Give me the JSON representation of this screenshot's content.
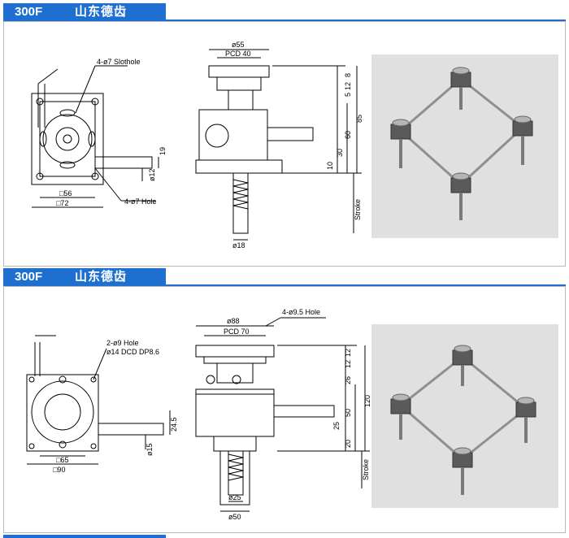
{
  "sections": [
    {
      "code": "300F",
      "brand": "山东德齿",
      "labels": {
        "slothole": "4-ø7 Slothole",
        "hole": "4-ø7 Hole",
        "sq56": "□56",
        "sq72": "□72",
        "dia12": "ø12",
        "dim19": "19",
        "dia55": "ø55",
        "pcd": "PCD 40",
        "d8": "8",
        "d12": "12",
        "d5": "5",
        "d60": "60",
        "d85": "85",
        "d30": "30",
        "d10": "10",
        "stroke": "Stroke",
        "dia18": "ø18"
      }
    },
    {
      "code": "300F",
      "brand": "山东德齿",
      "labels": {
        "hole2": "2-ø9 Hole",
        "dcd": "ø14 DCD DP8.6",
        "sq65": "□65",
        "sq90": "□90",
        "dia15": "ø15",
        "dim245": "24.5",
        "dia88": "ø88",
        "hole4": "4-ø9.5 Hole",
        "pcd": "PCD 70",
        "d12a": "12",
        "d12b": "12",
        "d26": "26",
        "d50": "50",
        "d120": "120",
        "d25": "25",
        "d20": "20",
        "stroke": "Stroke",
        "dia25": "ø25",
        "dia50": "ø50"
      }
    }
  ]
}
